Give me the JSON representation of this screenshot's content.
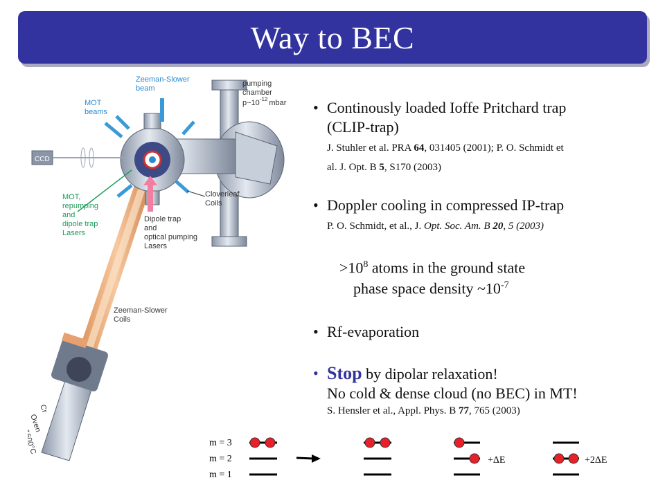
{
  "title": "Way to BEC",
  "diagram_labels": {
    "zeeman_beam": [
      "Zeeman-Slower",
      "beam"
    ],
    "pumping": [
      "pumping",
      "chamber"
    ],
    "pressure": "p~10",
    "pressure_exp": "-12",
    "pressure_unit": "mbar",
    "mot_beams": [
      "MOT",
      "beams"
    ],
    "lasers": [
      "MOT,",
      "repumping",
      "and",
      "dipole trap",
      "Lasers"
    ],
    "dipole": [
      "Dipole trap",
      "and",
      "optical pumping",
      "Lasers"
    ],
    "cloverleaf": [
      "Cloverleaf",
      "Coils"
    ],
    "zeeman_coils": [
      "Zeeman-Slower",
      "Coils"
    ],
    "oven": [
      "Cr",
      "Oven",
      "1600°C"
    ],
    "camera": "CCD"
  },
  "bullets": {
    "b1_line1": "Continously loaded Ioffe Pritchard trap",
    "b1_line2": "(CLIP-trap)",
    "b1_ref1_a": "J. Stuhler et al. PRA ",
    "b1_ref1_b": "64",
    "b1_ref1_c": ", 031405 (2001); P. O. Schmidt et",
    "b1_ref2_a": "al. J. Opt. B ",
    "b1_ref2_b": "5",
    "b1_ref2_c": ", S170 (2003)",
    "b2_line1": "Doppler cooling in compressed IP-trap",
    "b2_ref_a": "P. O. Schmidt, et al., J. ",
    "b2_ref_b": "Opt. Soc. Am. B ",
    "b2_ref_c": "20",
    "b2_ref_d": ", 5 (2003)",
    "stat1_a": ">10",
    "stat1_sup": "8",
    "stat1_b": " atoms in the ground state",
    "stat2_a": "phase space density ~10",
    "stat2_sup": "-7",
    "b3_line1": "Rf-evaporation",
    "b4_stop": "Stop",
    "b4_rest": " by dipolar relaxation!",
    "b4_line2": "No cold & dense cloud (no BEC) in MT!",
    "b4_ref_a": "S. Hensler et al., Appl. Phys. B ",
    "b4_ref_b": "77",
    "b4_ref_c": ", 765 (2003)",
    "dot": "•"
  },
  "levels": {
    "m3": "m = 3",
    "m2": "m = 2",
    "m1": "m = 1",
    "de1": "+ΔE",
    "de2": "+2ΔE"
  },
  "colors": {
    "title_bar": "#3333a0",
    "atom": "#e8202a",
    "stop": "#3333a0"
  }
}
